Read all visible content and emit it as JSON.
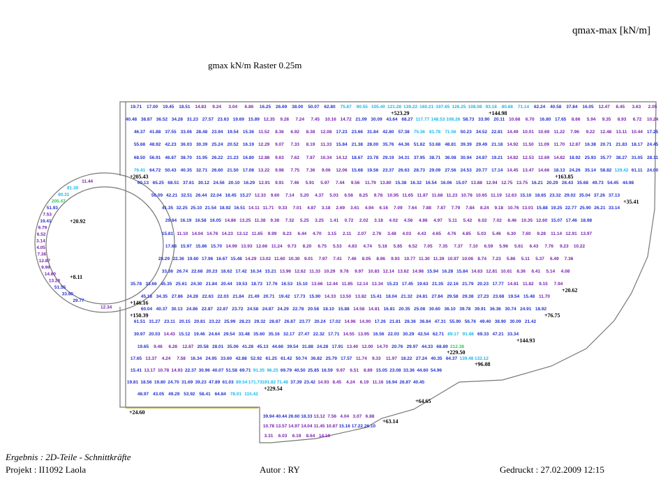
{
  "header": {
    "unit_title": "qmax-max [kN/m]",
    "subtitle": "gmax kN/m  Raster 0.25m"
  },
  "footer": {
    "result": "Ergebnis : 2D-Teile - Schnittkräfte",
    "project": "Projekt : II1092 Laola",
    "author": "Autor : RY",
    "printed": "Gedruckt : 27.02.2009  12:15"
  },
  "colors": {
    "outline": "#777777",
    "low": "#7a22b0",
    "mid": "#2430d0",
    "high": "#19b8e8",
    "peak": "#22cc55",
    "max": "#000000"
  },
  "maxima": [
    "144.98",
    "523.29",
    "163.85",
    "35.41",
    "205.43",
    "20.92",
    "8.11",
    "146.16",
    "150.39",
    "20.62",
    "76.75",
    "144.93",
    "96.08",
    "229.50",
    "229.54",
    "24.60",
    "64.65",
    "63.14"
  ],
  "rows": [
    [
      "19.71",
      "17.00",
      "19.45",
      "18.51",
      "14.83",
      "9.24",
      "3.04",
      "6.86",
      "16.25",
      "26.69",
      "38.00",
      "50.07",
      "62.80",
      "75.87",
      "90.55",
      "105.40",
      "121.28",
      "139.22",
      "160.21",
      "197.65",
      "126.25",
      "108.08",
      "93.18",
      "80.68",
      "71.14",
      "62.24",
      "40.58",
      "37.84",
      "16.05",
      "12.47",
      "8.45",
      "3.63",
      "2.05"
    ],
    [
      "40.48",
      "38.87",
      "36.52",
      "34.28",
      "31.23",
      "27.57",
      "23.63",
      "19.69",
      "15.89",
      "12.35",
      "9.28",
      "7.24",
      "7.45",
      "10.16",
      "14.72",
      "21.09",
      "30.09",
      "43.64",
      "68.27",
      "117.77",
      "148.53",
      "108.26",
      "58.73",
      "33.90",
      "20.11",
      "10.68",
      "6.70",
      "16.80",
      "17.65",
      "8.66",
      "5.94",
      "9.35",
      "8.93",
      "6.72",
      "10.24"
    ],
    [
      "46.37",
      "41.88",
      "37.55",
      "33.06",
      "28.48",
      "23.94",
      "19.54",
      "15.36",
      "11.52",
      "8.36",
      "6.92",
      "8.38",
      "12.08",
      "17.23",
      "23.66",
      "31.84",
      "42.80",
      "57.38",
      "75.36",
      "81.78",
      "71.56",
      "50.23",
      "34.52",
      "22.81",
      "14.49",
      "10.01",
      "10.69",
      "11.22",
      "7.96",
      "9.22",
      "12.48",
      "13.11",
      "10.44",
      "17.25"
    ],
    [
      "55.68",
      "48.92",
      "42.23",
      "36.03",
      "30.39",
      "25.24",
      "20.52",
      "16.19",
      "12.29",
      "9.07",
      "7.33",
      "8.19",
      "11.33",
      "15.84",
      "21.38",
      "28.00",
      "35.76",
      "44.36",
      "51.62",
      "53.68",
      "48.81",
      "39.39",
      "29.49",
      "21.18",
      "14.92",
      "11.50",
      "11.09",
      "11.70",
      "12.87",
      "16.38",
      "20.71",
      "21.83",
      "18.17",
      "24.45"
    ],
    [
      "68.50",
      "56.91",
      "46.87",
      "38.70",
      "31.95",
      "26.22",
      "21.23",
      "16.80",
      "12.88",
      "9.63",
      "7.62",
      "7.87",
      "10.34",
      "14.12",
      "18.67",
      "23.78",
      "29.19",
      "34.31",
      "37.95",
      "38.71",
      "36.08",
      "30.94",
      "24.87",
      "19.21",
      "14.82",
      "12.53",
      "12.69",
      "14.82",
      "18.92",
      "25.93",
      "35.77",
      "38.27",
      "31.05",
      "28.11"
    ],
    [
      "76.41",
      "64.72",
      "50.43",
      "40.35",
      "32.71",
      "26.60",
      "21.50",
      "17.08",
      "13.22",
      "9.98",
      "7.75",
      "7.36",
      "9.06",
      "12.06",
      "15.68",
      "19.56",
      "23.37",
      "26.63",
      "28.73",
      "29.09",
      "27.56",
      "24.53",
      "20.77",
      "17.14",
      "14.45",
      "13.47",
      "14.66",
      "18.13",
      "24.26",
      "35.14",
      "58.82",
      "129.42",
      "61.11",
      "24.00"
    ],
    [
      "60.13",
      "65.25",
      "68.51",
      "37.61",
      "30.12",
      "24.56",
      "20.10",
      "16.29",
      "12.91",
      "9.91",
      "7.46",
      "5.91",
      "5.97",
      "7.44",
      "9.56",
      "11.79",
      "13.80",
      "15.38",
      "16.32",
      "16.54",
      "16.06",
      "15.07",
      "13.88",
      "12.94",
      "12.75",
      "13.75",
      "16.21",
      "20.29",
      "26.43",
      "35.68",
      "49.73",
      "54.45",
      "44.98"
    ],
    [
      "56.09",
      "42.21",
      "32.51",
      "26.44",
      "22.04",
      "18.45",
      "15.27",
      "12.33",
      "9.60",
      "7.14",
      "5.20",
      "4.37",
      "5.03",
      "6.56",
      "8.25",
      "9.78",
      "10.95",
      "11.65",
      "11.87",
      "11.68",
      "11.23",
      "10.78",
      "10.65",
      "11.19",
      "12.63",
      "15.10",
      "18.65",
      "23.32",
      "29.02",
      "35.04",
      "37.26",
      "37.13"
    ],
    [
      "41.35",
      "32.25",
      "25.10",
      "21.54",
      "18.92",
      "16.51",
      "14.11",
      "11.71",
      "9.33",
      "7.01",
      "4.87",
      "3.18",
      "2.69",
      "3.61",
      "4.94",
      "6.16",
      "7.09",
      "7.64",
      "7.88",
      "7.87",
      "7.79",
      "7.84",
      "8.24",
      "9.18",
      "10.76",
      "13.01",
      "15.88",
      "19.25",
      "22.77",
      "25.90",
      "26.21",
      "33.14"
    ],
    [
      "29.84",
      "16.19",
      "16.58",
      "16.05",
      "14.86",
      "13.25",
      "11.38",
      "9.38",
      "7.32",
      "5.25",
      "3.25",
      "1.41",
      "0.72",
      "2.02",
      "3.18",
      "4.02",
      "4.56",
      "4.86",
      "4.97",
      "5.11",
      "5.42",
      "6.02",
      "7.02",
      "8.46",
      "10.35",
      "12.60",
      "15.07",
      "17.46",
      "18.98"
    ],
    [
      "15.81",
      "11.10",
      "14.04",
      "14.76",
      "14.23",
      "13.12",
      "11.65",
      "9.99",
      "8.23",
      "6.44",
      "4.70",
      "3.15",
      "2.11",
      "2.07",
      "2.76",
      "3.48",
      "4.03",
      "4.43",
      "4.65",
      "4.76",
      "4.85",
      "5.03",
      "5.46",
      "6.30",
      "7.60",
      "9.28",
      "11.14",
      "12.91",
      "13.97"
    ],
    [
      "17.68",
      "15.97",
      "15.86",
      "15.70",
      "14.99",
      "13.93",
      "12.66",
      "11.24",
      "9.73",
      "8.20",
      "6.75",
      "5.53",
      "4.83",
      "4.74",
      "5.18",
      "5.85",
      "6.52",
      "7.05",
      "7.35",
      "7.37",
      "7.10",
      "6.59",
      "5.96",
      "5.61",
      "6.43",
      "7.76",
      "9.23",
      "10.22"
    ],
    [
      "28.29",
      "22.36",
      "19.60",
      "17.96",
      "16.67",
      "15.48",
      "14.29",
      "13.02",
      "11.60",
      "10.30",
      "9.01",
      "7.97",
      "7.41",
      "7.46",
      "8.05",
      "8.96",
      "9.93",
      "10.77",
      "11.30",
      "11.39",
      "10.97",
      "10.06",
      "8.74",
      "7.23",
      "5.86",
      "5.11",
      "5.37",
      "6.49",
      "7.36"
    ],
    [
      "33.36",
      "26.74",
      "22.68",
      "20.23",
      "18.62",
      "17.42",
      "16.34",
      "15.21",
      "13.96",
      "12.62",
      "11.33",
      "10.29",
      "9.78",
      "9.97",
      "10.83",
      "12.14",
      "13.62",
      "14.98",
      "15.94",
      "16.28",
      "15.84",
      "14.63",
      "12.81",
      "10.61",
      "8.36",
      "6.41",
      "5.14",
      "4.08"
    ],
    [
      "35.78",
      "33.66",
      "45.35",
      "25.61",
      "24.30",
      "21.84",
      "20.44",
      "19.53",
      "18.73",
      "17.76",
      "16.53",
      "15.10",
      "13.66",
      "12.44",
      "11.85",
      "12.14",
      "13.34",
      "15.23",
      "17.45",
      "19.63",
      "21.35",
      "22.16",
      "21.79",
      "20.23",
      "17.77",
      "14.81",
      "11.82",
      "9.15",
      "7.94"
    ],
    [
      "45.18",
      "34.35",
      "27.86",
      "24.28",
      "22.63",
      "22.03",
      "21.84",
      "21.49",
      "20.71",
      "19.42",
      "17.73",
      "15.90",
      "14.33",
      "13.50",
      "13.82",
      "15.41",
      "18.04",
      "21.32",
      "24.81",
      "27.84",
      "29.58",
      "29.38",
      "27.23",
      "23.68",
      "19.54",
      "15.48",
      "11.70"
    ],
    [
      "60.04",
      "40.37",
      "30.13",
      "24.86",
      "22.87",
      "22.87",
      "23.72",
      "24.58",
      "24.87",
      "24.29",
      "22.78",
      "20.58",
      "18.10",
      "15.88",
      "14.58",
      "14.81",
      "16.81",
      "20.35",
      "25.08",
      "30.60",
      "36.10",
      "39.78",
      "39.91",
      "36.36",
      "30.74",
      "24.91",
      "18.92"
    ],
    [
      "61.51",
      "31.27",
      "23.11",
      "20.15",
      "20.81",
      "23.22",
      "25.99",
      "28.23",
      "29.32",
      "28.87",
      "26.87",
      "23.77",
      "20.24",
      "17.02",
      "14.96",
      "14.90",
      "17.26",
      "21.81",
      "28.36",
      "36.84",
      "47.31",
      "55.90",
      "56.76",
      "49.40",
      "38.90",
      "30.09",
      "21.42"
    ],
    [
      "30.97",
      "20.03",
      "14.43",
      "15.12",
      "19.46",
      "24.64",
      "29.54",
      "33.48",
      "35.60",
      "35.16",
      "32.17",
      "27.47",
      "22.32",
      "17.71",
      "14.55",
      "13.95",
      "16.56",
      "22.03",
      "30.29",
      "42.54",
      "62.71",
      "89.17",
      "91.88",
      "69.33",
      "47.21",
      "33.34"
    ],
    [
      "19.65",
      "9.46",
      "6.26",
      "12.87",
      "20.58",
      "28.01",
      "35.06",
      "41.28",
      "45.13",
      "44.66",
      "39.54",
      "31.88",
      "24.28",
      "17.91",
      "13.40",
      "12.00",
      "14.70",
      "20.76",
      "29.97",
      "44.33",
      "68.89",
      "212.38"
    ],
    [
      "17.65",
      "13.37",
      "4.24",
      "7.58",
      "16.34",
      "24.95",
      "33.60",
      "42.88",
      "52.92",
      "61.25",
      "61.42",
      "50.74",
      "36.82",
      "25.79",
      "17.57",
      "11.74",
      "9.33",
      "11.97",
      "18.22",
      "27.24",
      "40.35",
      "64.37",
      "139.48",
      "132.12"
    ],
    [
      "15.41",
      "13.17",
      "10.78",
      "14.93",
      "22.37",
      "30.96",
      "40.07",
      "51.58",
      "69.71",
      "91.35",
      "96.25",
      "69.79",
      "40.50",
      "25.85",
      "16.59",
      "9.97",
      "6.51",
      "8.89",
      "15.05",
      "23.08",
      "33.36",
      "44.60",
      "54.96"
    ],
    [
      "19.81",
      "18.56",
      "19.80",
      "24.70",
      "31.69",
      "39.23",
      "47.89",
      "61.03",
      "89.54",
      "171.73",
      "191.82",
      "71.48",
      "37.39",
      "23.42",
      "14.93",
      "8.45",
      "4.24",
      "6.19",
      "11.16",
      "16.94",
      "26.87",
      "40.45"
    ],
    [
      "48.97",
      "43.05",
      "49.29",
      "53.92",
      "58.41",
      "64.84",
      "78.01",
      "115.42"
    ],
    [
      "39.94",
      "40.44",
      "26.60",
      "18.33",
      "13.12",
      "7.56",
      "4.04",
      "3.07",
      "6.88"
    ],
    [
      "10.78",
      "13.57",
      "14.97",
      "14.04",
      "11.45",
      "10.87",
      "15.16",
      "17.22",
      "26.10"
    ],
    [
      "3.31",
      "6.03",
      "6.19",
      "8.64",
      "14.19"
    ]
  ],
  "ring_values": [
    "11.44",
    "81.30",
    "80.31",
    "205.47",
    "51.93",
    "7.53",
    "19.41",
    "9.79",
    "6.52",
    "3.14",
    "4.05",
    "7.36",
    "12.87",
    "9.99",
    "14.60",
    "13.28",
    "51.55",
    "33.60",
    "29.77",
    "12.34"
  ]
}
